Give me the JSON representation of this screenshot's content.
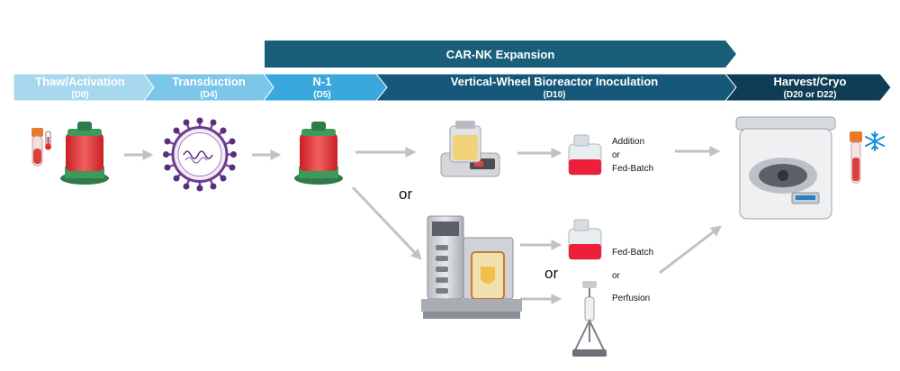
{
  "expansion": {
    "label": "CAR-NK Expansion"
  },
  "phases": [
    {
      "title": "Thaw/Activation",
      "sub": "(D0)"
    },
    {
      "title": "Transduction",
      "sub": "(D4)"
    },
    {
      "title": "N-1",
      "sub": "(D5)"
    },
    {
      "title": "Vertical-Wheel Bioreactor Inoculation",
      "sub": "(D10)"
    },
    {
      "title": "Harvest/Cryo",
      "sub": "(D20 or D22)"
    }
  ],
  "labels": {
    "addition": "Addition",
    "or_small_1": "or",
    "fed_batch_1": "Fed-Batch",
    "or_large_1": "or",
    "fed_batch_2": "Fed-Batch",
    "or_small_2": "or",
    "perfusion": "Perfusion",
    "or_large_2": "or"
  },
  "colors": {
    "expansion_banner": "#1a5f7a",
    "phase_1": "#a8d8ee",
    "phase_2": "#7cc6ea",
    "phase_3": "#3aa8dc",
    "phase_4": "#15587a",
    "phase_5": "#0f3d55",
    "media_red": "#e63a3a",
    "arrow": "#c2c2c2"
  },
  "icons": [
    "thermometer-icon",
    "blood-tube-icon",
    "culture-bag-icon",
    "virus-icon",
    "stirrer-icon",
    "culture-flask-icon",
    "bioreactor-icon",
    "perfusion-stand-icon",
    "centrifuge-icon",
    "snowflake-icon",
    "cryo-tube-icon"
  ]
}
